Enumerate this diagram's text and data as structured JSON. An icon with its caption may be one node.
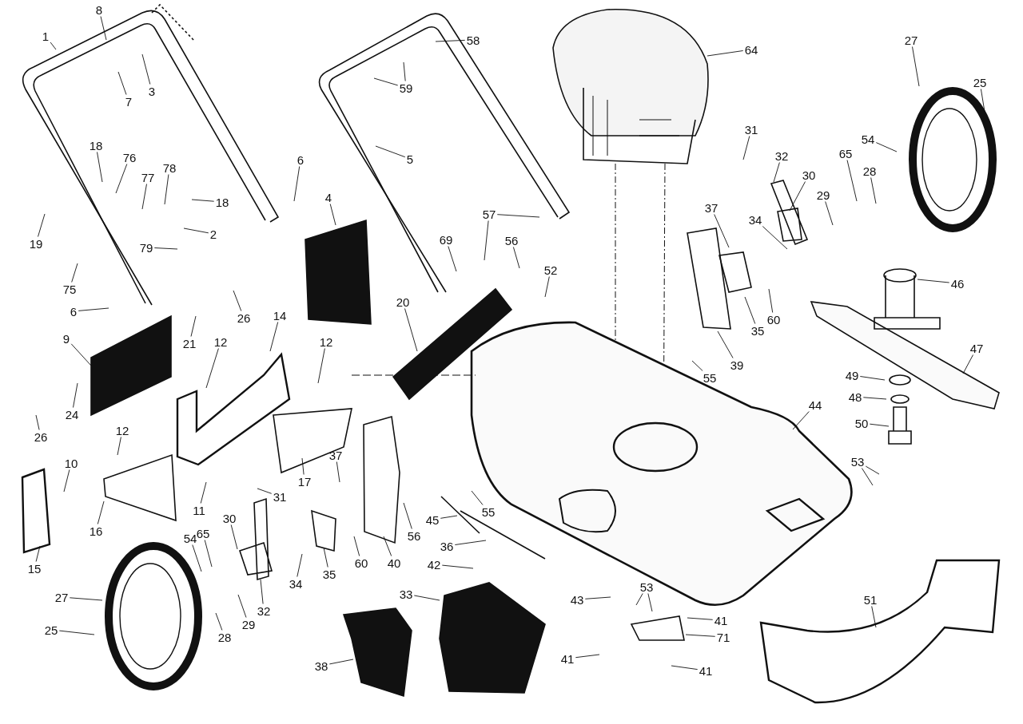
{
  "diagram": {
    "nodes": [
      {
        "text": [
          "8"
        ]
      },
      {
        "text": [
          "1"
        ]
      },
      {
        "text": [
          "58"
        ]
      },
      {
        "text": [
          "27"
        ]
      },
      {
        "text": [
          "64"
        ]
      },
      {
        "text": [
          "25"
        ]
      },
      {
        "text": [
          "59"
        ]
      },
      {
        "text": [
          "3"
        ]
      },
      {
        "text": [
          "7"
        ]
      },
      {
        "text": [
          "31"
        ]
      },
      {
        "text": [
          "54"
        ]
      },
      {
        "text": [
          "18"
        ]
      },
      {
        "text": [
          "65"
        ]
      },
      {
        "text": [
          "32"
        ]
      },
      {
        "text": [
          "76"
        ]
      },
      {
        "text": [
          "5"
        ]
      },
      {
        "text": [
          "6"
        ]
      },
      {
        "text": [
          "28"
        ]
      },
      {
        "text": [
          "78"
        ]
      },
      {
        "text": [
          "30"
        ]
      },
      {
        "text": [
          "77"
        ]
      },
      {
        "text": [
          "29"
        ]
      },
      {
        "text": [
          "4"
        ]
      },
      {
        "text": [
          "18"
        ]
      },
      {
        "text": [
          "37"
        ]
      },
      {
        "text": [
          "57"
        ]
      },
      {
        "text": [
          "34"
        ]
      },
      {
        "text": [
          "2"
        ]
      },
      {
        "text": [
          "56"
        ]
      },
      {
        "text": [
          "19"
        ]
      },
      {
        "text": [
          "69"
        ]
      },
      {
        "text": [
          "79"
        ]
      },
      {
        "text": [
          "52"
        ]
      },
      {
        "text": [
          "46"
        ]
      },
      {
        "text": [
          "75"
        ]
      },
      {
        "text": [
          "20"
        ]
      },
      {
        "text": [
          "6"
        ]
      },
      {
        "text": [
          "14"
        ]
      },
      {
        "text": [
          "26"
        ]
      },
      {
        "text": [
          "35"
        ]
      },
      {
        "text": [
          "60"
        ]
      },
      {
        "text": [
          "9"
        ]
      },
      {
        "text": [
          "12"
        ]
      },
      {
        "text": [
          "12"
        ]
      },
      {
        "text": [
          "21"
        ]
      },
      {
        "text": [
          "47"
        ]
      },
      {
        "text": [
          "39"
        ]
      },
      {
        "text": [
          "49"
        ]
      },
      {
        "text": [
          "55"
        ]
      },
      {
        "text": [
          "48"
        ]
      },
      {
        "text": [
          "44"
        ]
      },
      {
        "text": [
          "24"
        ]
      },
      {
        "text": [
          "50"
        ]
      },
      {
        "text": [
          "12"
        ]
      },
      {
        "text": [
          "26"
        ]
      },
      {
        "text": [
          "37"
        ]
      },
      {
        "text": [
          "53"
        ]
      },
      {
        "text": [
          "10"
        ]
      },
      {
        "text": [
          "17"
        ]
      },
      {
        "text": [
          "31"
        ]
      },
      {
        "text": [
          "11"
        ]
      },
      {
        "text": [
          "55"
        ]
      },
      {
        "text": [
          "30"
        ]
      },
      {
        "text": [
          "45"
        ]
      },
      {
        "text": [
          "16"
        ]
      },
      {
        "text": [
          "65"
        ]
      },
      {
        "text": [
          "56"
        ]
      },
      {
        "text": [
          "54"
        ]
      },
      {
        "text": [
          "36"
        ]
      },
      {
        "text": [
          "40"
        ]
      },
      {
        "text": [
          "60"
        ]
      },
      {
        "text": [
          "42"
        ]
      },
      {
        "text": [
          "15"
        ]
      },
      {
        "text": [
          "35"
        ]
      },
      {
        "text": [
          "34"
        ]
      },
      {
        "text": [
          "53"
        ]
      },
      {
        "text": [
          "33"
        ]
      },
      {
        "text": [
          "27"
        ]
      },
      {
        "text": [
          "43"
        ]
      },
      {
        "text": [
          "51"
        ]
      },
      {
        "text": [
          "32"
        ]
      },
      {
        "text": [
          "41"
        ]
      },
      {
        "text": [
          "29"
        ]
      },
      {
        "text": [
          "25"
        ]
      },
      {
        "text": [
          "28"
        ]
      },
      {
        "text": [
          "71"
        ]
      },
      {
        "text": [
          "41"
        ]
      },
      {
        "text": [
          "38"
        ]
      },
      {
        "text": [
          "41"
        ]
      }
    ],
    "edges": [
      {
        "from": 0,
        "to": null,
        "arrow": "none"
      },
      {
        "from": 1,
        "to": null,
        "arrow": "none"
      },
      {
        "from": 2,
        "to": null,
        "arrow": "none"
      },
      {
        "from": 3,
        "to": null,
        "arrow": "none"
      },
      {
        "from": 4,
        "to": null,
        "arrow": "none"
      },
      {
        "from": 5,
        "to": null,
        "arrow": "none"
      },
      {
        "from": 6,
        "to": null,
        "arrow": "none"
      },
      {
        "from": 6,
        "to": null,
        "arrow": "none"
      },
      {
        "from": 7,
        "to": null,
        "arrow": "none"
      },
      {
        "from": 8,
        "to": null,
        "arrow": "none"
      },
      {
        "from": 9,
        "to": null,
        "arrow": "none"
      },
      {
        "from": 10,
        "to": null,
        "arrow": "none"
      },
      {
        "from": 11,
        "to": null,
        "arrow": "none"
      },
      {
        "from": 12,
        "to": null,
        "arrow": "none"
      },
      {
        "from": 13,
        "to": null,
        "arrow": "none"
      },
      {
        "from": 14,
        "to": null,
        "arrow": "none"
      },
      {
        "from": 15,
        "to": null,
        "arrow": "none"
      },
      {
        "from": 16,
        "to": null,
        "arrow": "none"
      },
      {
        "from": 17,
        "to": null,
        "arrow": "none"
      },
      {
        "from": 18,
        "to": null,
        "arrow": "none"
      },
      {
        "from": 19,
        "to": null,
        "arrow": "none"
      },
      {
        "from": 20,
        "to": null,
        "arrow": "none"
      },
      {
        "from": 21,
        "to": null,
        "arrow": "none"
      },
      {
        "from": 22,
        "to": null,
        "arrow": "none"
      },
      {
        "from": 23,
        "to": null,
        "arrow": "none"
      },
      {
        "from": 24,
        "to": null,
        "arrow": "none"
      },
      {
        "from": 25,
        "to": null,
        "arrow": "none"
      },
      {
        "from": 25,
        "to": null,
        "arrow": "none"
      },
      {
        "from": 26,
        "to": null,
        "arrow": "none"
      },
      {
        "from": 27,
        "to": null,
        "arrow": "none"
      },
      {
        "from": 28,
        "to": null,
        "arrow": "none"
      },
      {
        "from": 29,
        "to": null,
        "arrow": "none"
      },
      {
        "from": 30,
        "to": null,
        "arrow": "none"
      },
      {
        "from": 31,
        "to": null,
        "arrow": "none"
      },
      {
        "from": 32,
        "to": null,
        "arrow": "none"
      },
      {
        "from": 33,
        "to": null,
        "arrow": "none"
      },
      {
        "from": 34,
        "to": null,
        "arrow": "none"
      },
      {
        "from": 35,
        "to": null,
        "arrow": "none"
      },
      {
        "from": 36,
        "to": null,
        "arrow": "none"
      },
      {
        "from": 37,
        "to": null,
        "arrow": "none"
      },
      {
        "from": 38,
        "to": null,
        "arrow": "none"
      },
      {
        "from": 39,
        "to": null,
        "arrow": "none"
      },
      {
        "from": 40,
        "to": null,
        "arrow": "none"
      },
      {
        "from": 41,
        "to": null,
        "arrow": "none"
      },
      {
        "from": 42,
        "to": null,
        "arrow": "none"
      },
      {
        "from": 43,
        "to": null,
        "arrow": "none"
      },
      {
        "from": 44,
        "to": null,
        "arrow": "none"
      },
      {
        "from": 45,
        "to": null,
        "arrow": "none"
      },
      {
        "from": 46,
        "to": null,
        "arrow": "none"
      },
      {
        "from": 47,
        "to": null,
        "arrow": "none"
      },
      {
        "from": 48,
        "to": null,
        "arrow": "none"
      },
      {
        "from": 49,
        "to": null,
        "arrow": "none"
      },
      {
        "from": 50,
        "to": null,
        "arrow": "none"
      },
      {
        "from": 51,
        "to": null,
        "arrow": "none"
      },
      {
        "from": 52,
        "to": null,
        "arrow": "none"
      },
      {
        "from": 53,
        "to": null,
        "arrow": "none"
      },
      {
        "from": 54,
        "to": null,
        "arrow": "none"
      },
      {
        "from": 55,
        "to": null,
        "arrow": "none"
      },
      {
        "from": 56,
        "to": null,
        "arrow": "none"
      },
      {
        "from": 56,
        "to": null,
        "arrow": "none"
      },
      {
        "from": 57,
        "to": null,
        "arrow": "none"
      },
      {
        "from": 58,
        "to": null,
        "arrow": "none"
      },
      {
        "from": 59,
        "to": null,
        "arrow": "none"
      },
      {
        "from": 60,
        "to": null,
        "arrow": "none"
      },
      {
        "from": 61,
        "to": null,
        "arrow": "none"
      },
      {
        "from": 62,
        "to": null,
        "arrow": "none"
      },
      {
        "from": 63,
        "to": null,
        "arrow": "none"
      },
      {
        "from": 64,
        "to": null,
        "arrow": "none"
      },
      {
        "from": 65,
        "to": null,
        "arrow": "none"
      },
      {
        "from": 66,
        "to": null,
        "arrow": "none"
      },
      {
        "from": 67,
        "to": null,
        "arrow": "none"
      },
      {
        "from": 68,
        "to": null,
        "arrow": "none"
      },
      {
        "from": 69,
        "to": null,
        "arrow": "none"
      },
      {
        "from": 70,
        "to": null,
        "arrow": "none"
      },
      {
        "from": 71,
        "to": null,
        "arrow": "none"
      },
      {
        "from": 72,
        "to": null,
        "arrow": "none"
      },
      {
        "from": 73,
        "to": null,
        "arrow": "none"
      },
      {
        "from": 74,
        "to": null,
        "arrow": "none"
      },
      {
        "from": 75,
        "to": null,
        "arrow": "none"
      },
      {
        "from": 75,
        "to": null,
        "arrow": "none"
      },
      {
        "from": 76,
        "to": null,
        "arrow": "none"
      },
      {
        "from": 77,
        "to": null,
        "arrow": "none"
      },
      {
        "from": 78,
        "to": null,
        "arrow": "none"
      },
      {
        "from": 79,
        "to": null,
        "arrow": "none"
      },
      {
        "from": 80,
        "to": null,
        "arrow": "none"
      },
      {
        "from": 81,
        "to": null,
        "arrow": "none"
      },
      {
        "from": 82,
        "to": null,
        "arrow": "none"
      },
      {
        "from": 83,
        "to": null,
        "arrow": "none"
      },
      {
        "from": 84,
        "to": null,
        "arrow": "none"
      },
      {
        "from": 85,
        "to": null,
        "arrow": "none"
      },
      {
        "from": 86,
        "to": null,
        "arrow": "none"
      },
      {
        "from": 87,
        "to": null,
        "arrow": "none"
      },
      {
        "from": 88,
        "to": null,
        "arrow": "none"
      }
    ]
  }
}
